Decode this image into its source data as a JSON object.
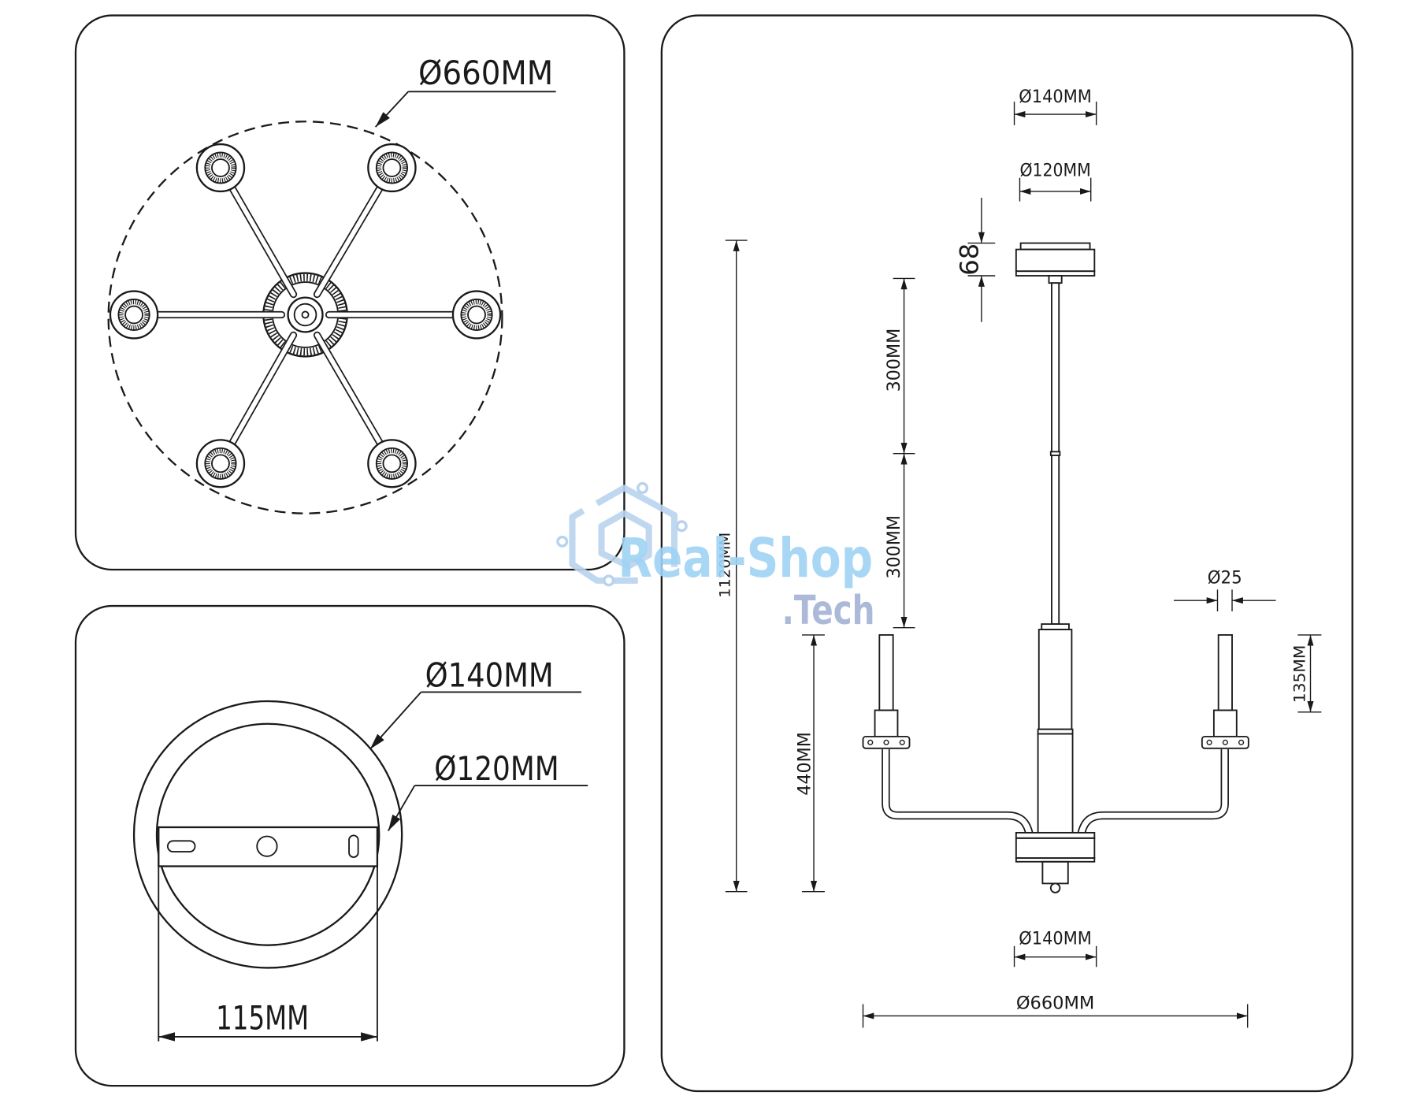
{
  "top_view": {
    "diameter_label": "Ø660MM"
  },
  "canopy_view": {
    "outer_diameter_label": "Ø140MM",
    "inner_diameter_label": "Ø120MM",
    "plate_width_label": "115MM"
  },
  "side_view": {
    "canopy_outer_diameter": "Ø140MM",
    "canopy_inner_diameter": "Ø120MM",
    "canopy_height": "68",
    "rod_upper_length": "300MM",
    "rod_lower_length": "300MM",
    "total_height": "1120MM",
    "candle_diameter": "Ø25",
    "candle_height": "135MM",
    "body_height": "440MM",
    "base_diameter": "Ø140MM",
    "overall_span": "Ø660MM"
  },
  "watermark": {
    "brand": "Real-Shop",
    "suffix": ".Tech"
  },
  "colors": {
    "line": "#1a1a1a",
    "watermark_blue": "#9fd3f5",
    "watermark_grey": "#a8b6d6"
  }
}
